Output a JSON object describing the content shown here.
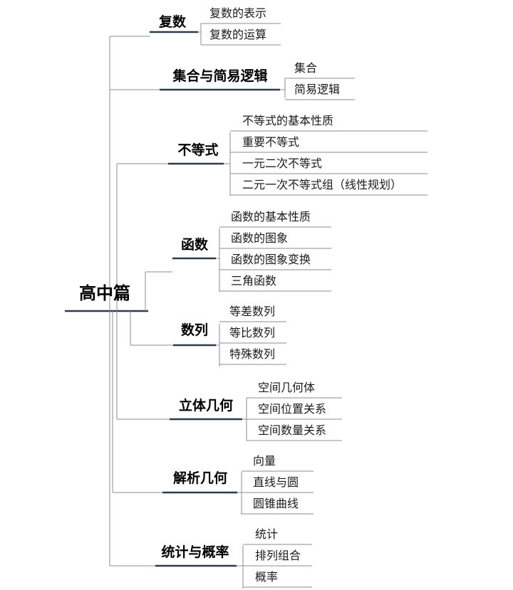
{
  "root": {
    "label": "高中篇"
  },
  "categories": [
    {
      "label": "复数",
      "items": [
        "复数的表示",
        "复数的运算"
      ]
    },
    {
      "label": "集合与简易逻辑",
      "items": [
        "集合",
        "简易逻辑"
      ]
    },
    {
      "label": "不等式",
      "items": [
        "不等式的基本性质",
        "重要不等式",
        "一元二次不等式",
        "二元一次不等式组（线性规划）"
      ]
    },
    {
      "label": "函数",
      "items": [
        "函数的基本性质",
        "函数的图象",
        "函数的图象变换",
        "三角函数"
      ]
    },
    {
      "label": "数列",
      "items": [
        "等差数列",
        "等比数列",
        "特殊数列"
      ]
    },
    {
      "label": "立体几何",
      "items": [
        "空间几何体",
        "空间位置关系",
        "空间数量关系"
      ]
    },
    {
      "label": "解析几何",
      "items": [
        "向量",
        "直线与圆",
        "圆锥曲线"
      ]
    },
    {
      "label": "统计与概率",
      "items": [
        "统计",
        "排列组合",
        "概率"
      ]
    }
  ],
  "colors": {
    "line": "#8c8c8c",
    "underline": "#2e3a4d"
  }
}
